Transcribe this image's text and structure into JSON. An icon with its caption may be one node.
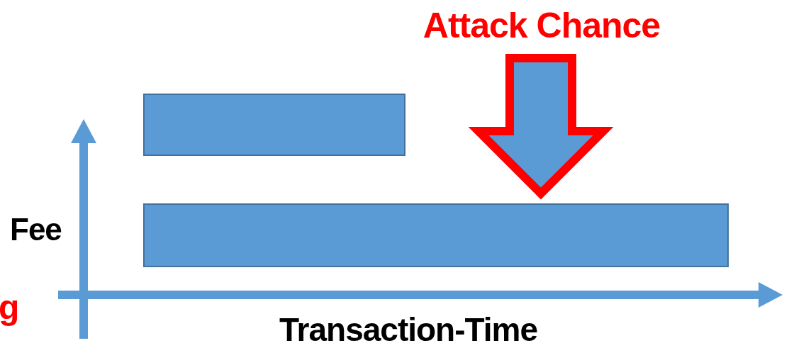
{
  "diagram": {
    "nodes": [
      {
        "text": [
          "Attack Chance"
        ]
      },
      {
        "text": [],
        "shape": "bar"
      },
      {
        "text": [],
        "shape": "bar"
      }
    ],
    "edges": [
      {
        "from": 0,
        "to": 2,
        "arrow": "to",
        "style": "thick",
        "color": "#ff0000"
      }
    ],
    "labels": [
      "Fee",
      "Transaction-Time",
      "g"
    ]
  }
}
